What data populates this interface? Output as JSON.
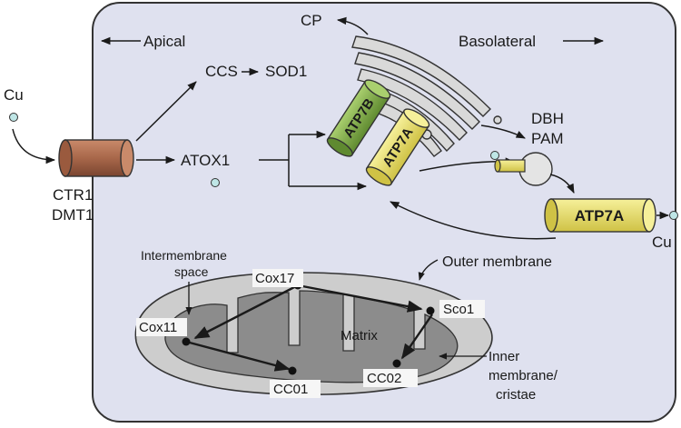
{
  "colors": {
    "cell_fill": "#dfe1ef",
    "cell_stroke": "#333333",
    "ctr1_fill": "#a8674a",
    "atp7b_fill": "#7da64a",
    "atp7a_fill": "#e8de6a",
    "cu_dot": "#bfe6e6",
    "mito_outer": "#cdcdcd",
    "mito_inner": "#8c8c8c"
  },
  "labels": {
    "apical": "Apical",
    "basolateral": "Basolateral",
    "cu_left": "Cu",
    "cu_right": "Cu",
    "ctr1": "CTR1",
    "dmt1": "DMT1",
    "ccs": "CCS",
    "sod1": "SOD1",
    "atox1": "ATOX1",
    "cp": "CP",
    "dbh": "DBH",
    "pam": "PAM",
    "atp7b": "ATP7B",
    "atp7a_golgi": "ATP7A",
    "atp7a_membrane": "ATP7A",
    "intermembrane_1": "Intermembrane",
    "intermembrane_2": "space",
    "outer_membrane": "Outer membrane",
    "matrix": "Matrix",
    "inner_1": "Inner",
    "inner_2": "membrane/",
    "inner_3": "cristae",
    "cox17": "Cox17",
    "cox11": "Cox11",
    "sco1": "Sco1",
    "cc01": "CC01",
    "cc02": "CC02"
  }
}
